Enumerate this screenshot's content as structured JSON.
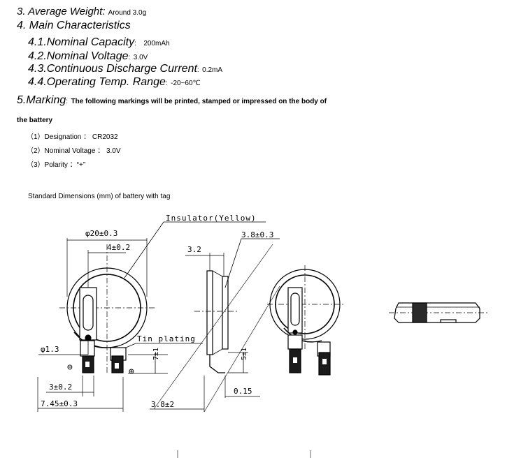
{
  "spec": {
    "weight": {
      "label": "3. Average Weight:",
      "value": "Around 3.0g"
    },
    "main": {
      "label": "4. Main Characteristics"
    },
    "capacity": {
      "label": "4.1.Nominal Capacity",
      "sep": ":",
      "value": "200mAh"
    },
    "voltage": {
      "label": "4.2.Nominal Voltage",
      "sep": ":",
      "value": "3.0V"
    },
    "discharge": {
      "label": "4.3.Continuous Discharge Current",
      "sep": ":",
      "value": "0.2mA"
    },
    "temp": {
      "label": "4.4.Operating Temp. Range",
      "sep": ":",
      "value": "-20~60℃"
    },
    "marking": {
      "label": "5.Marking",
      "sep": ":",
      "text1": "The following markings will be printed, stamped or impressed on the body of",
      "text2": "the battery",
      "items": [
        "（1）Designation ： CR2032",
        "（2）Nominal Voltage ： 3.0V",
        "（3）Polarity ：“+”"
      ]
    },
    "dims_caption": "Standard Dimensions (mm) of battery with tag"
  },
  "drawing": {
    "insulator": "Insulator(Yellow)",
    "tin": "Tin plating",
    "d20": "φ20±0.3",
    "d4": "4±0.2",
    "d32": "3.2",
    "d38a": "3.8±0.3",
    "d13": "φ1.3",
    "d7": "7±1",
    "d5": "5±1",
    "d3": "3±0.2",
    "d745": "7.45±0.3",
    "d015": "0.15",
    "d38b": "3.8±2",
    "minus": "⊖",
    "plus": "⊕"
  }
}
